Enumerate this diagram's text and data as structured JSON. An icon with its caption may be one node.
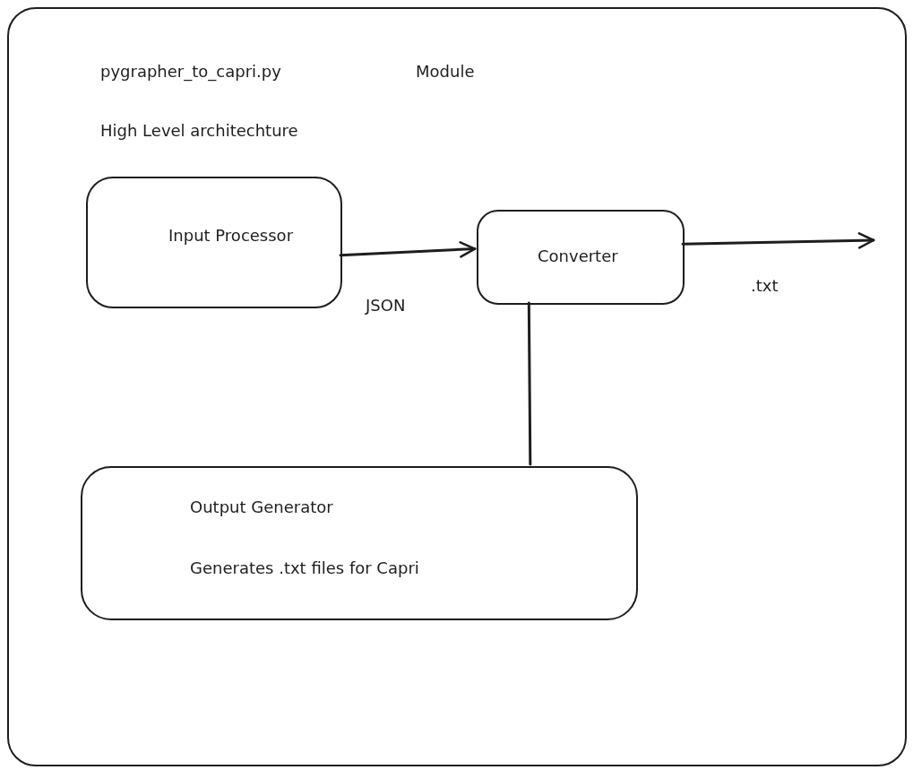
{
  "diagram": {
    "nodes": [
      {
        "text": [
          "pygrapher_to_capri.py",
          "Module",
          "High Level architechture"
        ]
      },
      {
        "text": [
          "Input Processor"
        ],
        "in": 0
      },
      {
        "text": [
          "Converter"
        ],
        "in": 0
      },
      {
        "text": [
          "Output Generator",
          "Generates .txt files for Capri"
        ],
        "in": 0
      }
    ],
    "edges": [
      {
        "from": 1,
        "to": 2,
        "arrow": "to",
        "label": "JSON"
      },
      {
        "from": 2,
        "to": null,
        "arrow": "to",
        "label": ".txt"
      },
      {
        "from": 2,
        "to": 3,
        "arrow": "none"
      }
    ]
  }
}
